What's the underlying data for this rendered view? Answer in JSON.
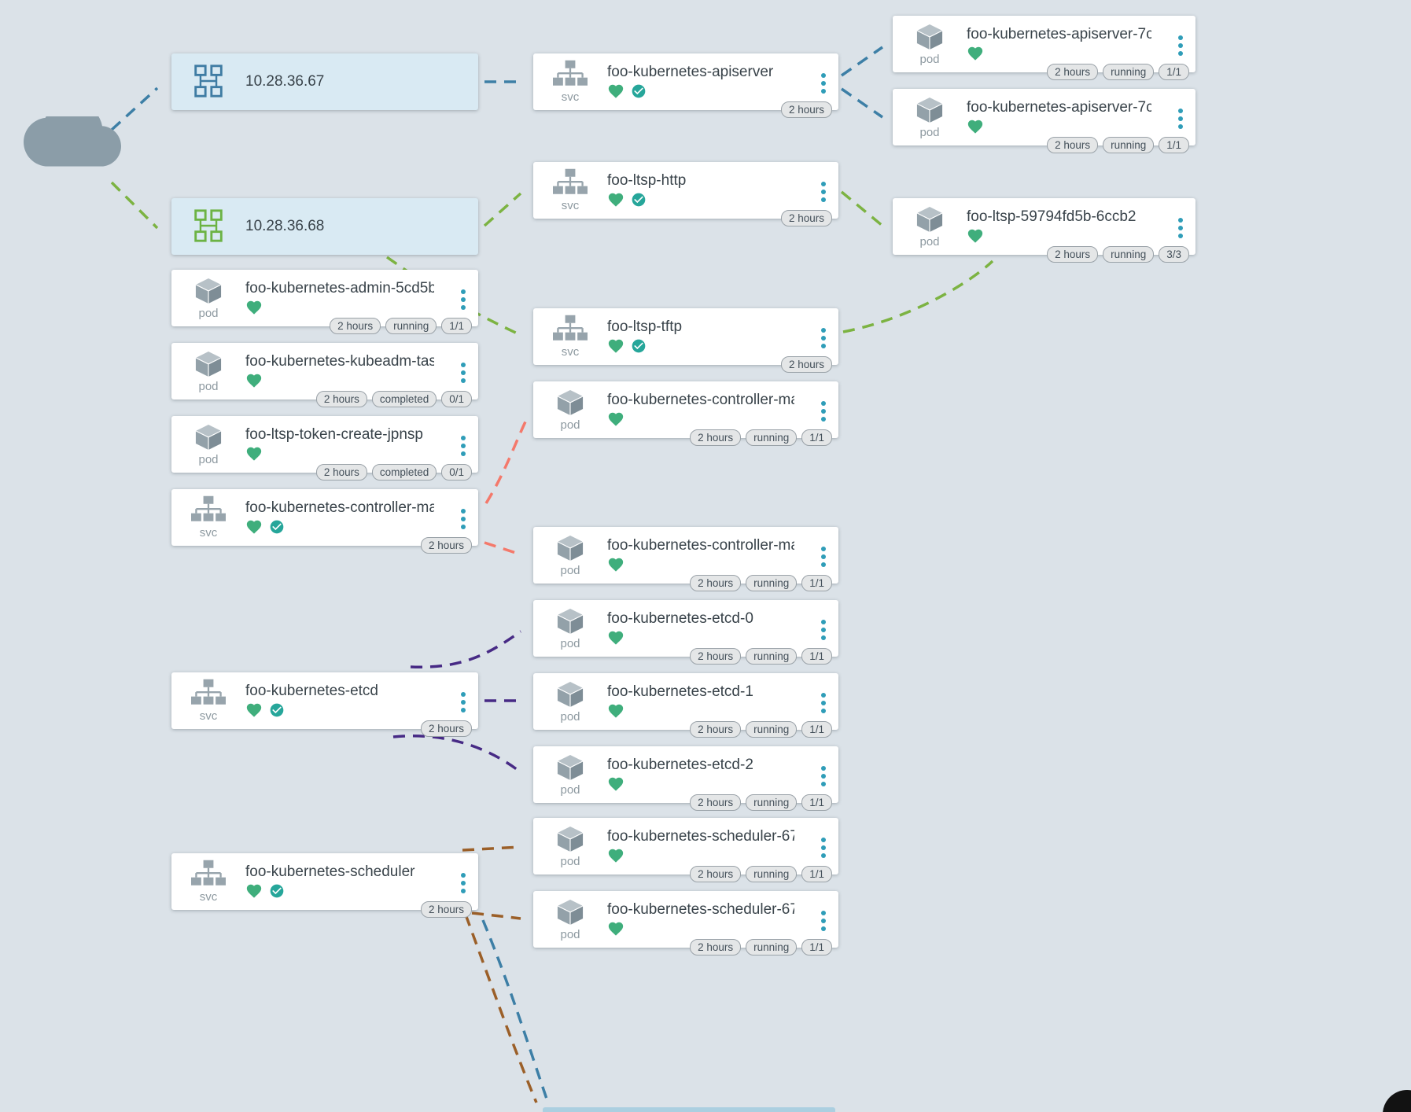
{
  "diagram_title": "kubernetes-topology-view",
  "colors": {
    "background": "#dbe2e8",
    "edge_blue": "#3d7fa6",
    "edge_green": "#7cb342",
    "edge_salmon": "#f4796b",
    "edge_purple": "#472a85",
    "edge_brown": "#9b5f28",
    "arrowhead_teal": "#2fa3bd",
    "heart_green": "#3fae7c",
    "check_teal": "#26a69a",
    "kebab_teal": "#2f9db8",
    "host_card_fill": "#d9eaf3",
    "host_icon_blue": "#3f7ca3",
    "host_icon_green": "#6cb344",
    "node_icon_gray": "#97a4ac"
  },
  "nodes": [
    {
      "title": "10.28.36.67",
      "kind": "host"
    },
    {
      "title": "10.28.36.68",
      "kind": "host"
    },
    {
      "title": "foo-kubernetes-admin-5cd5b4...",
      "kind": "pod",
      "type_label": "pod",
      "badges": [
        "2 hours",
        "running",
        "1/1"
      ]
    },
    {
      "title": "foo-kubernetes-kubeadm-tasks...",
      "kind": "pod",
      "type_label": "pod",
      "badges": [
        "2 hours",
        "completed",
        "0/1"
      ]
    },
    {
      "title": "foo-ltsp-token-create-jpnsp",
      "kind": "pod",
      "type_label": "pod",
      "badges": [
        "2 hours",
        "completed",
        "0/1"
      ]
    },
    {
      "title": "foo-kubernetes-controller-man...",
      "kind": "svc",
      "type_label": "svc",
      "badges": [
        "2 hours"
      ]
    },
    {
      "title": "foo-kubernetes-etcd",
      "kind": "svc",
      "type_label": "svc",
      "badges": [
        "2 hours"
      ]
    },
    {
      "title": "foo-kubernetes-scheduler",
      "kind": "svc",
      "type_label": "svc",
      "badges": [
        "2 hours"
      ]
    },
    {
      "title": "foo-kubernetes-apiserver",
      "kind": "svc",
      "type_label": "svc",
      "badges": [
        "2 hours"
      ]
    },
    {
      "title": "foo-ltsp-http",
      "kind": "svc",
      "type_label": "svc",
      "badges": [
        "2 hours"
      ]
    },
    {
      "title": "foo-ltsp-tftp",
      "kind": "svc",
      "type_label": "svc",
      "badges": [
        "2 hours"
      ]
    },
    {
      "title": "foo-kubernetes-controller-man...",
      "kind": "pod",
      "type_label": "pod",
      "badges": [
        "2 hours",
        "running",
        "1/1"
      ]
    },
    {
      "title": "foo-kubernetes-controller-man...",
      "kind": "pod",
      "type_label": "pod",
      "badges": [
        "2 hours",
        "running",
        "1/1"
      ]
    },
    {
      "title": "foo-kubernetes-etcd-0",
      "kind": "pod",
      "type_label": "pod",
      "badges": [
        "2 hours",
        "running",
        "1/1"
      ]
    },
    {
      "title": "foo-kubernetes-etcd-1",
      "kind": "pod",
      "type_label": "pod",
      "badges": [
        "2 hours",
        "running",
        "1/1"
      ]
    },
    {
      "title": "foo-kubernetes-etcd-2",
      "kind": "pod",
      "type_label": "pod",
      "badges": [
        "2 hours",
        "running",
        "1/1"
      ]
    },
    {
      "title": "foo-kubernetes-scheduler-6776...",
      "kind": "pod",
      "type_label": "pod",
      "badges": [
        "2 hours",
        "running",
        "1/1"
      ]
    },
    {
      "title": "foo-kubernetes-scheduler-6776...",
      "kind": "pod",
      "type_label": "pod",
      "badges": [
        "2 hours",
        "running",
        "1/1"
      ]
    },
    {
      "title": "foo-kubernetes-apiserver-7c6cf...",
      "kind": "pod",
      "type_label": "pod",
      "badges": [
        "2 hours",
        "running",
        "1/1"
      ]
    },
    {
      "title": "foo-kubernetes-apiserver-7c6cf...",
      "kind": "pod",
      "type_label": "pod",
      "badges": [
        "2 hours",
        "running",
        "1/1"
      ]
    },
    {
      "title": "foo-ltsp-59794fd5b-6ccb2",
      "kind": "pod",
      "type_label": "pod",
      "badges": [
        "2 hours",
        "running",
        "3/3"
      ]
    }
  ]
}
